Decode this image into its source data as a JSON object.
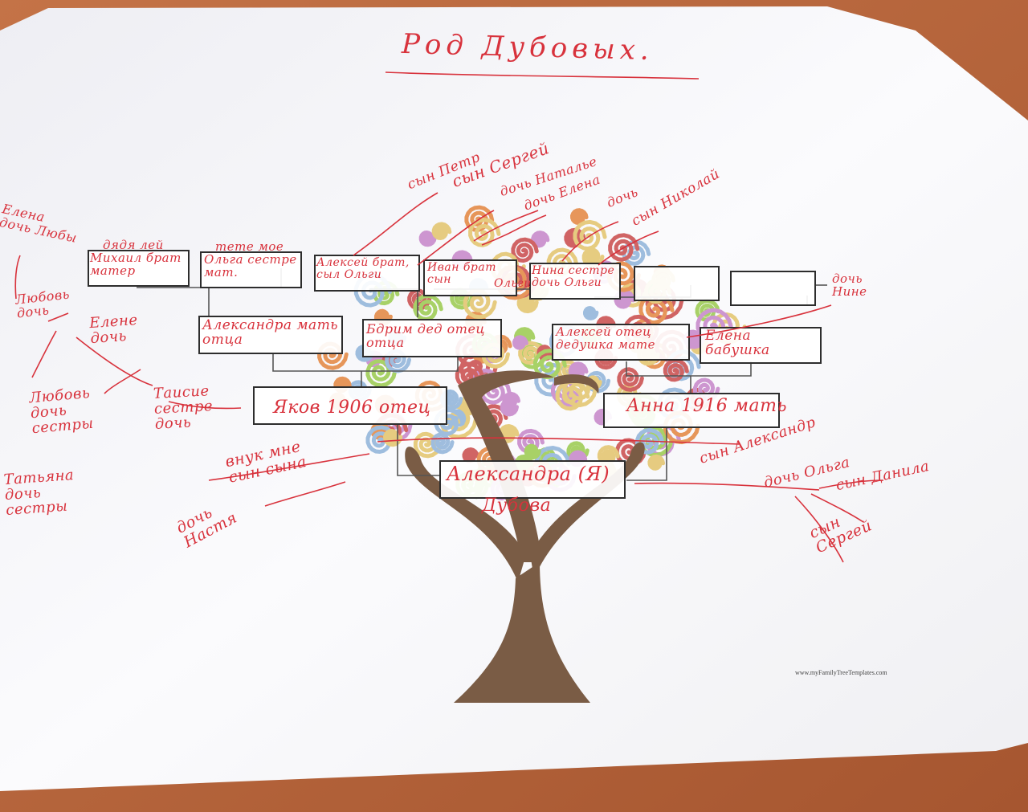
{
  "title": "Род Дубовых.",
  "watermark": "www.myFamilyTreeTemplates.com",
  "colors": {
    "ink": "#d8323c",
    "trunk": "#7a5c45",
    "paper": "#f6f6f8",
    "table": "#b8643a",
    "swirls": [
      "#9acb4e",
      "#c685c9",
      "#e4853e",
      "#c94a4a",
      "#e3c46b",
      "#8fb3d9"
    ]
  },
  "boxes": {
    "gg1": {
      "label": "Михаил брат матер",
      "note": "дядя лей"
    },
    "gg2": {
      "label": "Ольга сестре мат.",
      "note": "тете мое"
    },
    "gg3": {
      "label": "Алексей брат, сыл Ольги",
      "note": ""
    },
    "gg4": {
      "label": "Иван брат сын",
      "note": "Ольги"
    },
    "gg5": {
      "label": "Нина сестре дочь Ольги",
      "note": ""
    },
    "gg6": {
      "label": "",
      "note": ""
    },
    "gg7": {
      "label": "",
      "note": ""
    },
    "gp1": {
      "label": "Александра мать отца",
      "note": ""
    },
    "gp2": {
      "label": "Бдрим дед отец отца",
      "note": ""
    },
    "gp3": {
      "label": "Алексей отец дедушка мате",
      "note": ""
    },
    "gp4": {
      "label": "Елена бабушка",
      "note": ""
    },
    "father": {
      "label": "Яков 1906 отец",
      "note": ""
    },
    "mother": {
      "label": "Анна 1916 мать",
      "note": ""
    },
    "self": {
      "label": "Александра (Я)",
      "note": "Дубова"
    }
  },
  "notes": [
    {
      "id": "son-petr",
      "text": "сын Петр"
    },
    {
      "id": "son-sergey",
      "text": "сын Сергей"
    },
    {
      "id": "dau-natalia",
      "text": "дочь Наталье"
    },
    {
      "id": "dau-elena-top",
      "text": "дочь Елена"
    },
    {
      "id": "dau-top",
      "text": "дочь"
    },
    {
      "id": "son-nikolai",
      "text": "сын Николай"
    },
    {
      "id": "dau-nine",
      "text": "дочь\nНине"
    },
    {
      "id": "elena-dau-lyuba",
      "text": "Елена\nдочь Любы"
    },
    {
      "id": "lyubov-dau",
      "text": "Любовь\nдочь"
    },
    {
      "id": "elene-dau",
      "text": "Елене\nдочь"
    },
    {
      "id": "lyubov-sister",
      "text": "Любовь\nдочь\nсестры"
    },
    {
      "id": "taisie-sister",
      "text": "Таисие\nсестре\nдочь"
    },
    {
      "id": "tatyana-sister",
      "text": "Татьяна\nдочь\nсестры"
    },
    {
      "id": "grandson",
      "text": "внук мне\nсын сына"
    },
    {
      "id": "dau-nastya",
      "text": "дочь\nНастя"
    },
    {
      "id": "son-aleksandr",
      "text": "сын Александр"
    },
    {
      "id": "dau-olga",
      "text": "дочь Ольга"
    },
    {
      "id": "son-danila",
      "text": "сын Данила"
    },
    {
      "id": "son-sergey-right",
      "text": "сын\nСергей"
    }
  ]
}
